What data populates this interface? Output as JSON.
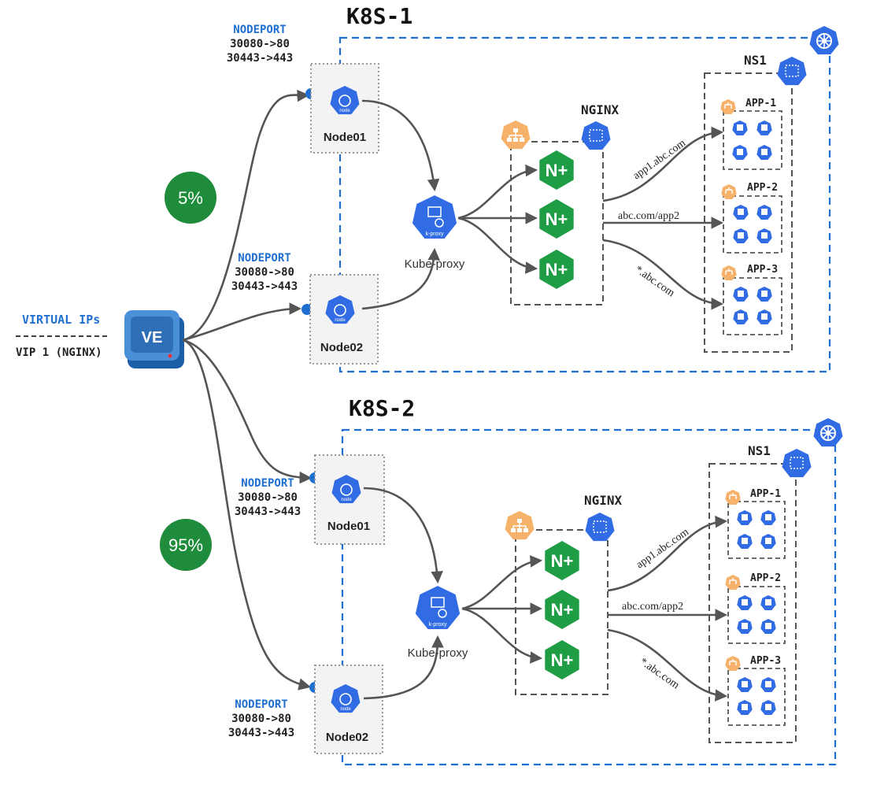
{
  "colors": {
    "cluster_border": "#1f6fd1",
    "k8s_blue": "#326ce5",
    "nginx_green": "#1f9d45",
    "service_orange": "#f6b26b",
    "percent_badge": "#1e8c3a",
    "edge": "#555555"
  },
  "virtual_ips": {
    "title": "VIRTUAL IPs",
    "vip_label": "VIP 1 (NGINX)",
    "device_label": "VE"
  },
  "weights": {
    "k8s1": "5%",
    "k8s2": "95%"
  },
  "clusters": [
    {
      "title": "K8S-1",
      "nodes": [
        {
          "name": "Node01",
          "nodeport_title": "NODEPORT",
          "port_http": "30080->80",
          "port_https": "30443->443"
        },
        {
          "name": "Node02",
          "nodeport_title": "NODEPORT",
          "port_http": "30080->80",
          "port_https": "30443->443"
        }
      ],
      "proxy_label": "Kube-proxy",
      "nginx_title": "NGINX",
      "namespace": "NS1",
      "routes": [
        "app1.abc.com",
        "abc.com/app2",
        "*.abc.com"
      ],
      "apps": [
        "APP-1",
        "APP-2",
        "APP-3"
      ]
    },
    {
      "title": "K8S-2",
      "nodes": [
        {
          "name": "Node01",
          "nodeport_title": "NODEPORT",
          "port_http": "30080->80",
          "port_https": "30443->443"
        },
        {
          "name": "Node02",
          "nodeport_title": "NODEPORT",
          "port_http": "30080->80",
          "port_https": "30443->443"
        }
      ],
      "proxy_label": "Kube-proxy",
      "nginx_title": "NGINX",
      "namespace": "NS1",
      "routes": [
        "app1.abc.com",
        "abc.com/app2",
        "*.abc.com"
      ],
      "apps": [
        "APP-1",
        "APP-2",
        "APP-3"
      ]
    }
  ],
  "icons": {
    "nginx_badge": "N+",
    "proxy_icon_text": "k-proxy",
    "node_icon_text": "node"
  }
}
